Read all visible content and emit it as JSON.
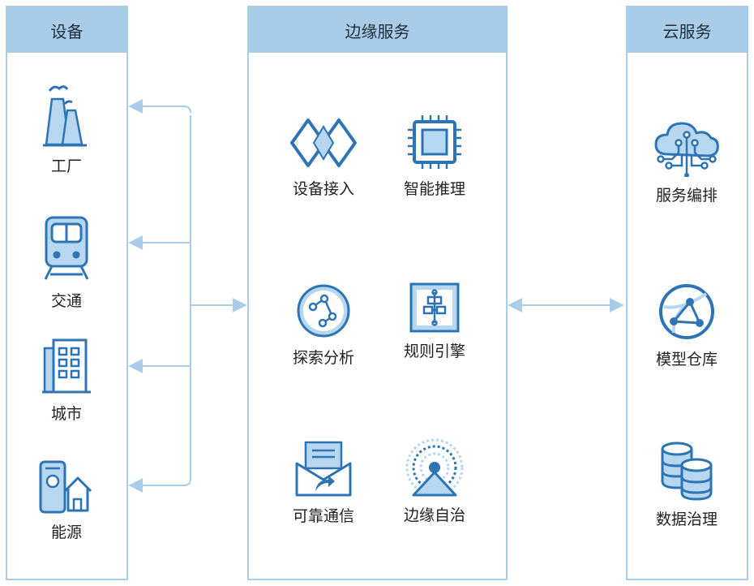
{
  "panels": {
    "devices": {
      "title": "设备",
      "items": [
        {
          "label": "工厂",
          "icon": "factory-icon"
        },
        {
          "label": "交通",
          "icon": "train-icon"
        },
        {
          "label": "城市",
          "icon": "building-icon"
        },
        {
          "label": "能源",
          "icon": "energy-icon"
        }
      ]
    },
    "edge": {
      "title": "边缘服务",
      "items": [
        {
          "label": "设备接入",
          "icon": "device-access-icon"
        },
        {
          "label": "智能推理",
          "icon": "chip-icon"
        },
        {
          "label": "探索分析",
          "icon": "analysis-icon"
        },
        {
          "label": "规则引擎",
          "icon": "rule-engine-icon"
        },
        {
          "label": "可靠通信",
          "icon": "mail-icon"
        },
        {
          "label": "边缘自治",
          "icon": "signal-tower-icon"
        }
      ]
    },
    "cloud": {
      "title": "云服务",
      "items": [
        {
          "label": "服务编排",
          "icon": "cloud-circuit-icon"
        },
        {
          "label": "模型仓库",
          "icon": "globe-network-icon"
        },
        {
          "label": "数据治理",
          "icon": "database-icon"
        }
      ]
    }
  },
  "colors": {
    "panel_border": "#a9cde9",
    "header_fill": "#a9cde9",
    "icon_dark": "#2d74b4",
    "icon_light": "#b7d6f0",
    "arrow": "#a9cde9"
  }
}
